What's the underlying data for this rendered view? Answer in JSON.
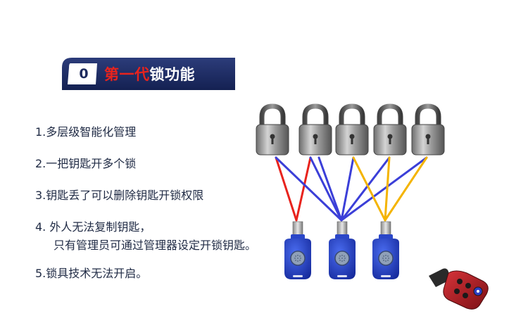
{
  "header": {
    "number": "0",
    "title_red": "第一代",
    "title_white": "锁功能"
  },
  "features": [
    "1.多层级智能化管理",
    "2.一把钥匙开多个锁",
    "3.钥匙丢了可以删除钥匙开锁权限",
    "4. 外人无法复制钥匙，",
    "只有管理员可通过管理器设定开锁钥匙。",
    "5.锁具技术无法开启。"
  ],
  "colors": {
    "navy": "#1d2b5e",
    "red": "#e8231d",
    "blue": "#3b3fd8",
    "yellow": "#f4b400",
    "key_blue": "#1f3fc0"
  },
  "icons": {
    "padlock": "padlock-icon",
    "key": "key-fob-icon",
    "programmer": "key-programmer-icon"
  }
}
